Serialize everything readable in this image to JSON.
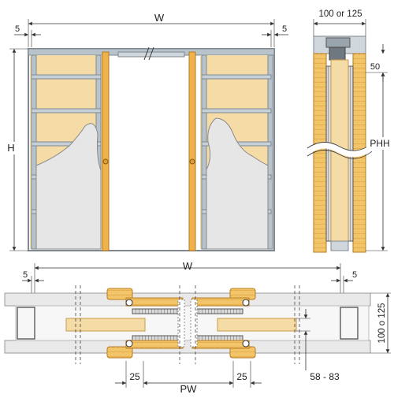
{
  "labels": {
    "front_width": "W",
    "front_height": "H",
    "front_left_gap": "5",
    "front_right_gap": "5",
    "side_depth": "100 or 125",
    "side_top_offset": "50",
    "side_pocket_height": "PHH",
    "plan_width": "W",
    "plan_left_gap": "5",
    "plan_right_gap": "5",
    "plan_passage_width": "PW",
    "plan_left_jamb": "25",
    "plan_right_jamb": "25",
    "plan_depth": "100 o 125",
    "plan_door_thickness": "58 - 83"
  },
  "colors": {
    "steel": "#b9c3cb",
    "steel_dark": "#7d8891",
    "door_panel": "#f5dba6",
    "timber": "#f0b24a",
    "plaster": "#e6e6e6",
    "line": "#333333"
  }
}
